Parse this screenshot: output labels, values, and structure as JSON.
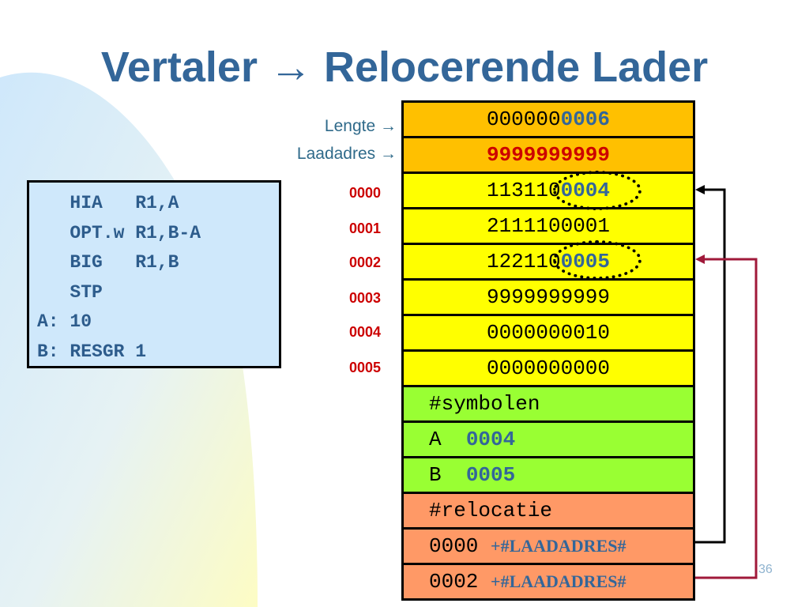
{
  "slide": {
    "title": "Vertaler → Relocerende Lader",
    "page_number": "36"
  },
  "side_labels": {
    "length": "Lengte →",
    "load_address": "Laadadres →"
  },
  "code": [
    "   HIA   R1,A",
    "   OPT.w R1,B-A",
    "   BIG   R1,B",
    "   STP",
    "A: 10",
    "B: RESGR 1"
  ],
  "addresses": [
    "0000",
    "0001",
    "0002",
    "0003",
    "0004",
    "0005"
  ],
  "memory": {
    "length_prefix": "000000",
    "length_highlight": "0006",
    "load_address": "9999999999",
    "row0_prefix": "113110",
    "row0_highlight": "0004",
    "row1": "2111100001",
    "row2_prefix": "122110",
    "row2_highlight": "0005",
    "row3": "9999999999",
    "row4": "0000000010",
    "row5": "0000000000"
  },
  "symbols": {
    "header": "#symbolen",
    "a_name": "A",
    "a_value": "0004",
    "b_name": "B",
    "b_value": "0005"
  },
  "relocation": {
    "header": "#relocatie",
    "entry1_addr": "0000",
    "entry1_tag": "+#LAADADRES#",
    "entry2_addr": "0002",
    "entry2_tag": "+#LAADADRES#"
  },
  "colors": {
    "title": "#336699",
    "background_shape": "#cfe8fb",
    "background_shape_secondary": "#fdfcc4",
    "length_row": "#ffc000",
    "code_rows": "#ffff00",
    "symbol_rows": "#99ff33",
    "relocation_rows": "#ff9966",
    "address_labels": "#cc0000",
    "arrow_black": "#000000",
    "arrow_red": "#a0193a"
  }
}
